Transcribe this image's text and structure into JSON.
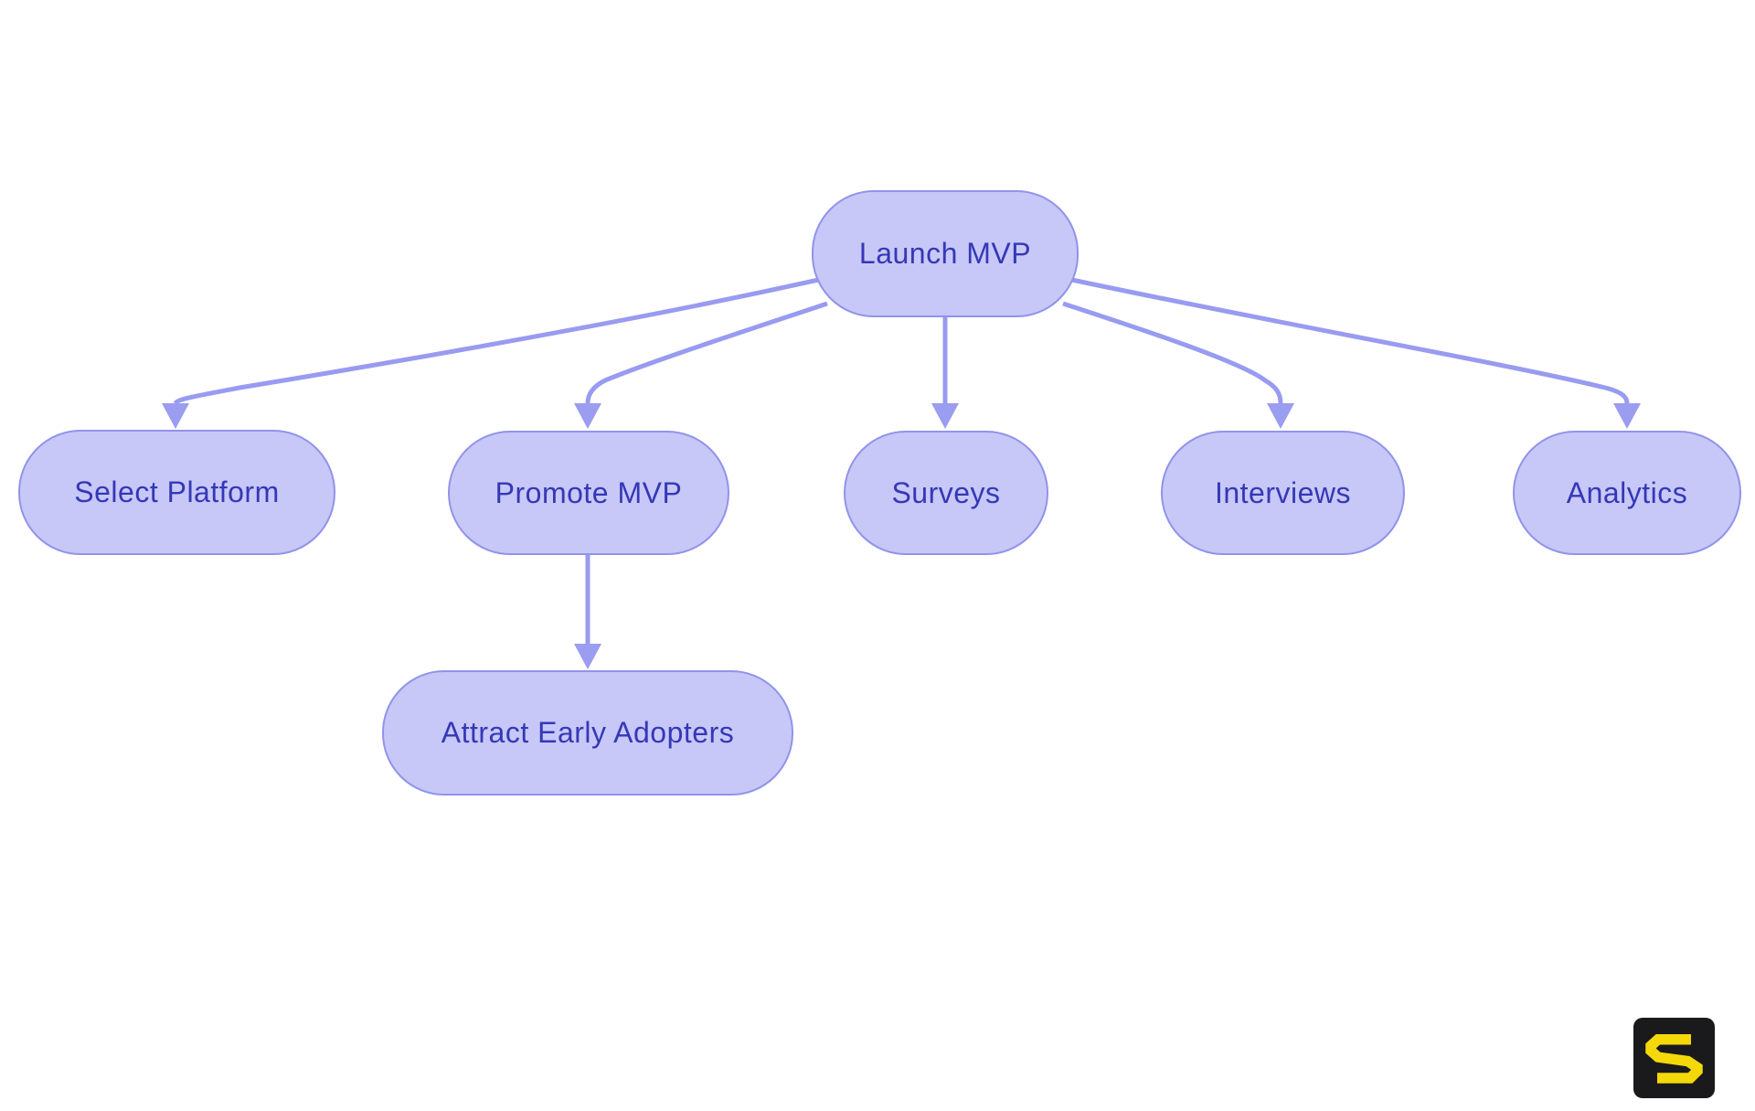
{
  "diagram": {
    "type": "flowchart",
    "background_color": "#ffffff",
    "nodes": [
      {
        "id": "launch-mvp",
        "label": "Launch MVP"
      },
      {
        "id": "select-platform",
        "label": "Select Platform"
      },
      {
        "id": "promote-mvp",
        "label": "Promote MVP"
      },
      {
        "id": "surveys",
        "label": "Surveys"
      },
      {
        "id": "interviews",
        "label": "Interviews"
      },
      {
        "id": "analytics",
        "label": "Analytics"
      },
      {
        "id": "attract-early-adopters",
        "label": "Attract Early Adopters"
      }
    ],
    "edges": [
      {
        "from": "Launch MVP",
        "to": "Select Platform"
      },
      {
        "from": "Launch MVP",
        "to": "Promote MVP"
      },
      {
        "from": "Launch MVP",
        "to": "Surveys"
      },
      {
        "from": "Launch MVP",
        "to": "Interviews"
      },
      {
        "from": "Launch MVP",
        "to": "Analytics"
      },
      {
        "from": "Promote MVP",
        "to": "Attract Early Adopters"
      }
    ],
    "colors": {
      "node_fill": "#c7c8f7",
      "node_border": "#9193ea",
      "node_text": "#3538b6",
      "edge_line": "#989bf0",
      "logo_background": "#1a1a1c",
      "logo_glyph": "#f5d80a"
    },
    "logo": {
      "icon": "s-logo-icon"
    }
  }
}
